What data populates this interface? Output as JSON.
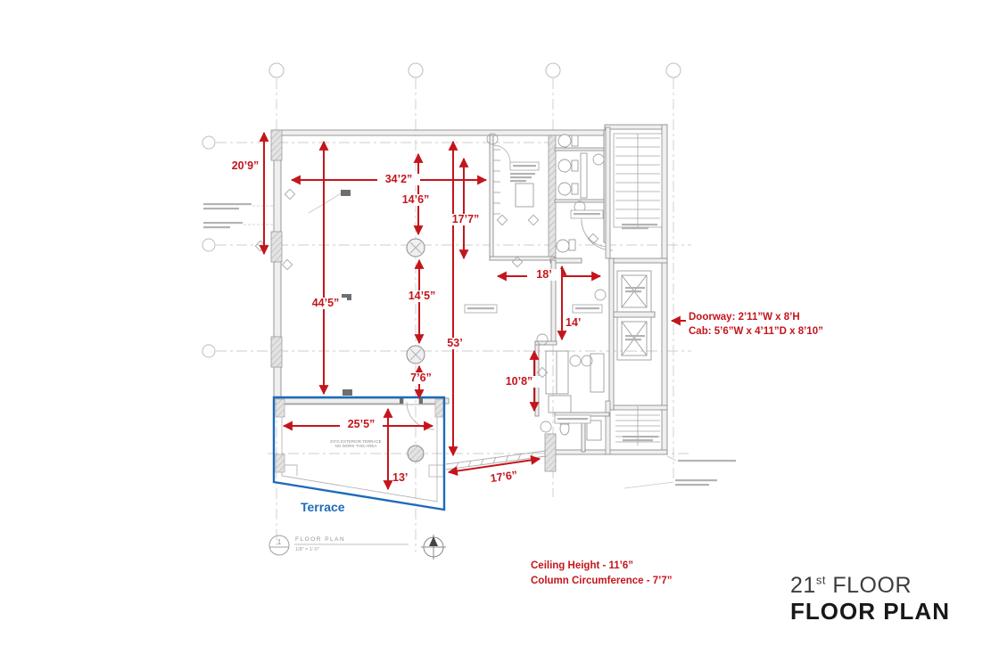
{
  "colors": {
    "dimension_red": "#C4151C",
    "terrace_blue": "#1E6BB8",
    "drawing_gray": "#8f8f8f",
    "title_dark": "#181818",
    "title_gray": "#3d3d3d"
  },
  "dimensions": {
    "left_upper_height": "20’9”",
    "top_width": "34’2”",
    "grid2_upper_bay": "14’6”",
    "restroom_depth": "17’7”",
    "overall_depth": "53’",
    "left_lower_height": "44’5”",
    "grid2_middle_bay": "14’5”",
    "column_to_terrace": "7’6”",
    "terrace_width": "25’5”",
    "terrace_depth": "13’",
    "terrace_walkway": "17’6”",
    "corridor_width": "18’",
    "corridor_depth": "14’",
    "pantry_depth": "10’8”"
  },
  "annotations": {
    "doorway": "Doorway: 2’11”W x 8’H",
    "cab": "Cab: 5’6”W x 4’11”D x 8’10”",
    "ceiling_height": "Ceiling Height - 11’6”",
    "column_circumference": "Column Circumference - 7’7”"
  },
  "terrace": {
    "label": "Terrace",
    "note_line1": "EX'G EXTERIOR TERRACE",
    "note_line2": "NO WORK THIS AREA"
  },
  "drawing_title_mark": {
    "number": "1",
    "label": "FLOOR PLAN",
    "scale": "1/8\" = 1'-0\""
  },
  "title_block": {
    "floor_number": "21",
    "floor_ordinal": "st",
    "floor_word": " FLOOR",
    "plan_label": "FLOOR PLAN"
  }
}
